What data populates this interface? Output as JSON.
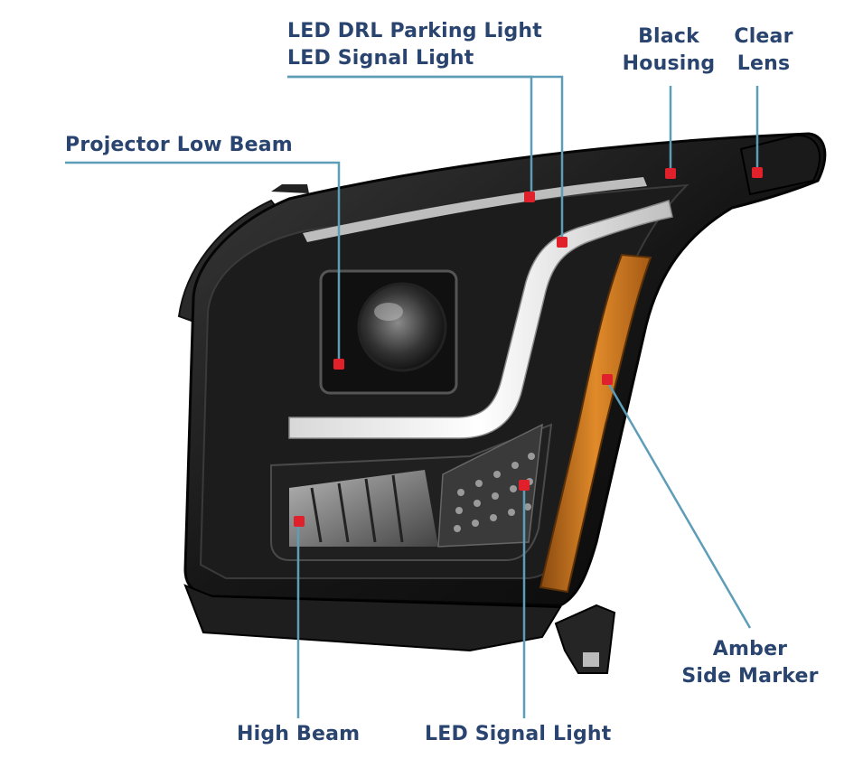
{
  "callouts": {
    "led_drl_parking": "LED DRL Parking Light",
    "led_signal_top": "LED Signal Light",
    "black_housing_line1": "Black",
    "black_housing_line2": "Housing",
    "clear_lens_line1": "Clear",
    "clear_lens_line2": "Lens",
    "projector_low_beam": "Projector Low Beam",
    "amber_line1": "Amber",
    "amber_line2": "Side Marker",
    "high_beam": "High Beam",
    "led_signal_bottom": "LED Signal Light"
  },
  "colors": {
    "label_text": "#2a4470",
    "leader_line": "#5e9db8",
    "marker_dot": "#e0202a",
    "housing": "#111111",
    "amber": "#d9781a"
  }
}
